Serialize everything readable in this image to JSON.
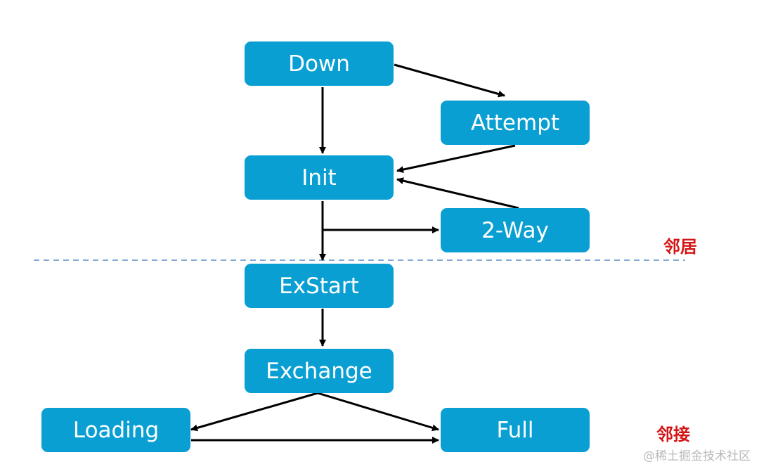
{
  "colors": {
    "box_fill": "#0a9fd3",
    "box_text": "#ffffff",
    "arrow": "#000000",
    "divider": "#5b8fc9",
    "label": "#d41414"
  },
  "states": {
    "down": "Down",
    "attempt": "Attempt",
    "init": "Init",
    "two_way": "2-Way",
    "exstart": "ExStart",
    "exchange": "Exchange",
    "loading": "Loading",
    "full": "Full"
  },
  "labels": {
    "neighbor": "邻居",
    "adjacency": "邻接"
  },
  "watermark": "@稀土掘金技术社区",
  "transitions": [
    {
      "from": "Down",
      "to": "Attempt"
    },
    {
      "from": "Down",
      "to": "Init"
    },
    {
      "from": "Attempt",
      "to": "Init"
    },
    {
      "from": "2-Way",
      "to": "Init"
    },
    {
      "from": "Init",
      "to": "2-Way"
    },
    {
      "from": "Init",
      "to": "ExStart"
    },
    {
      "from": "ExStart",
      "to": "Exchange"
    },
    {
      "from": "Exchange",
      "to": "Loading"
    },
    {
      "from": "Exchange",
      "to": "Full"
    },
    {
      "from": "Loading",
      "to": "Full"
    }
  ]
}
